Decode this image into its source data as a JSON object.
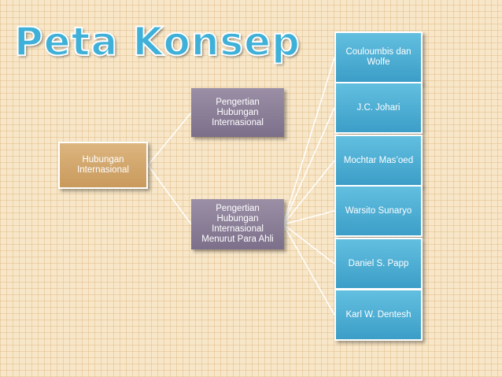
{
  "title": "Peta Konsep",
  "root": {
    "label": "Hubungan Internasional"
  },
  "branches": [
    {
      "label": "Pengertian Hubungan Internasional"
    },
    {
      "label": "Pengertian Hubungan Internasional Menurut Para Ahli"
    }
  ],
  "experts": [
    {
      "label": "Couloumbis dan Wolfe"
    },
    {
      "label": "J.C. Johari"
    },
    {
      "label": "Mochtar Mas’oed"
    },
    {
      "label": "Warsito Sunaryo"
    },
    {
      "label": "Daniel S. Papp"
    },
    {
      "label": "Karl W. Dentesh"
    }
  ],
  "colors": {
    "title": "#3fb0d8",
    "root": "#d0a56a",
    "branch": "#8a7e98",
    "leaf": "#4aaed6",
    "connector": "#ffffff"
  }
}
